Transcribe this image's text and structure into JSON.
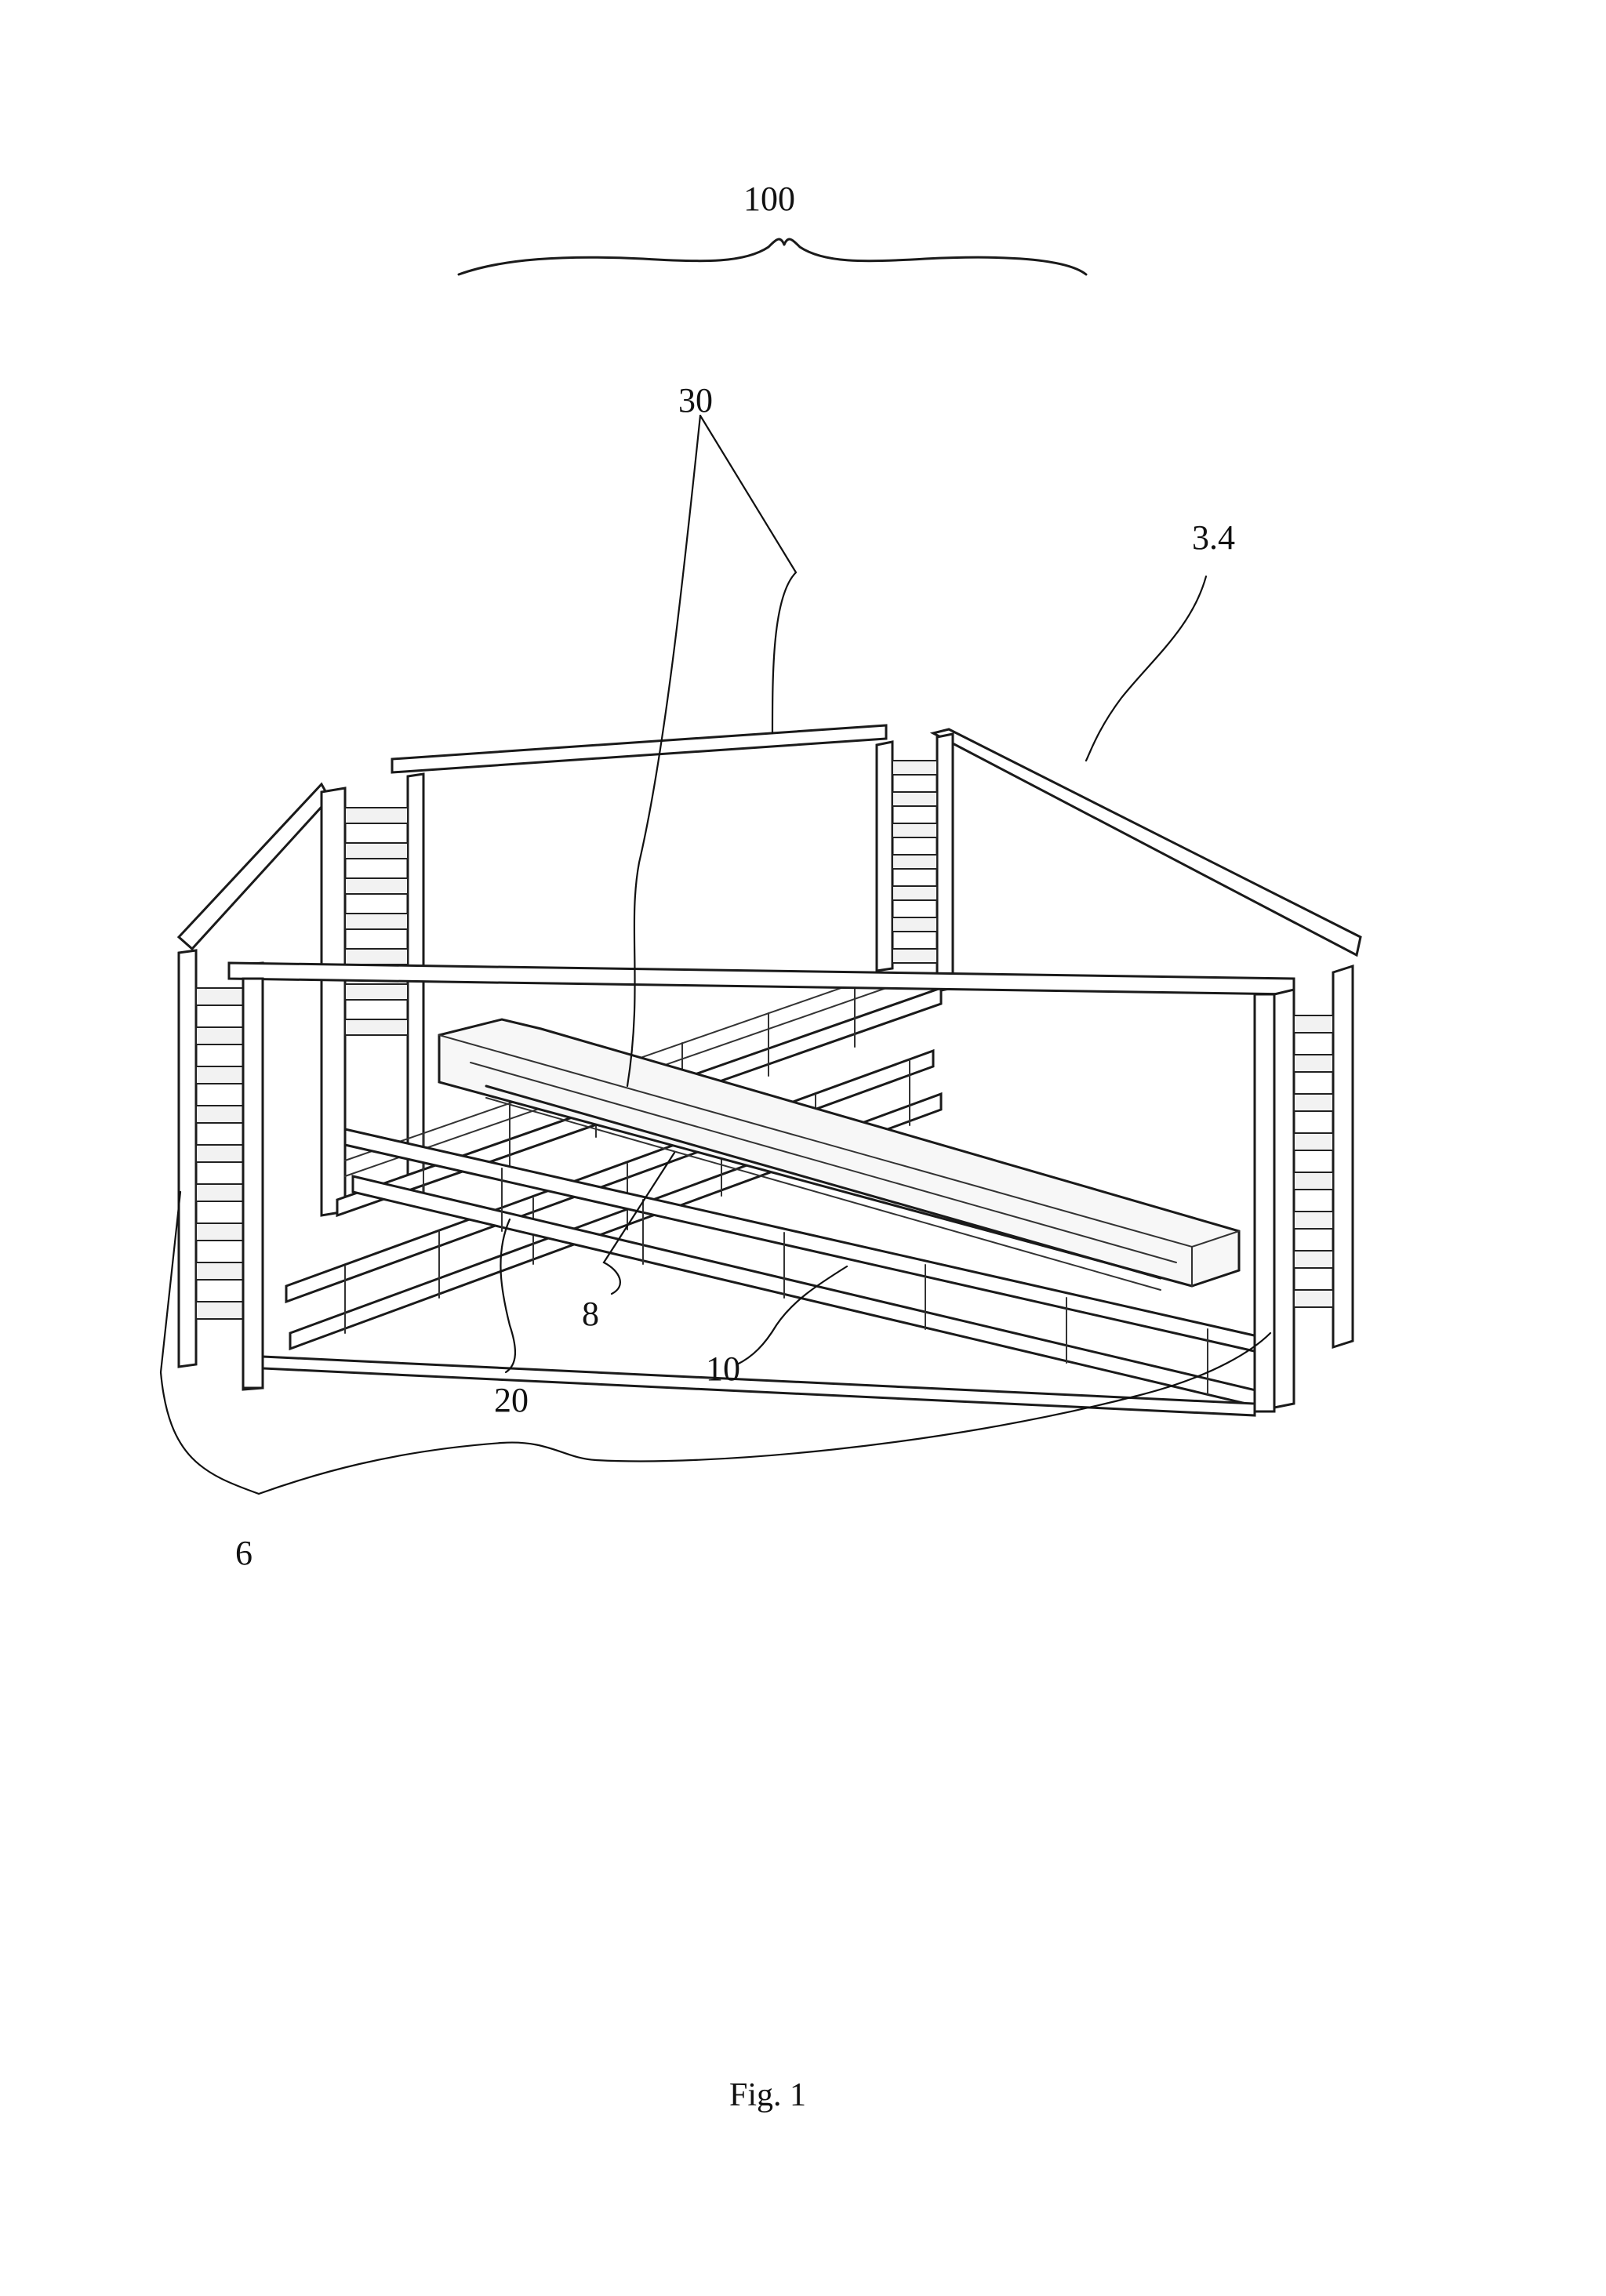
{
  "figure": {
    "caption": "Fig. 1",
    "labels": {
      "assembly": "100",
      "part_30": "30",
      "part_3_4": "3.4",
      "part_8": "8",
      "part_20": "20",
      "part_10": "10",
      "part_6": "6"
    }
  }
}
